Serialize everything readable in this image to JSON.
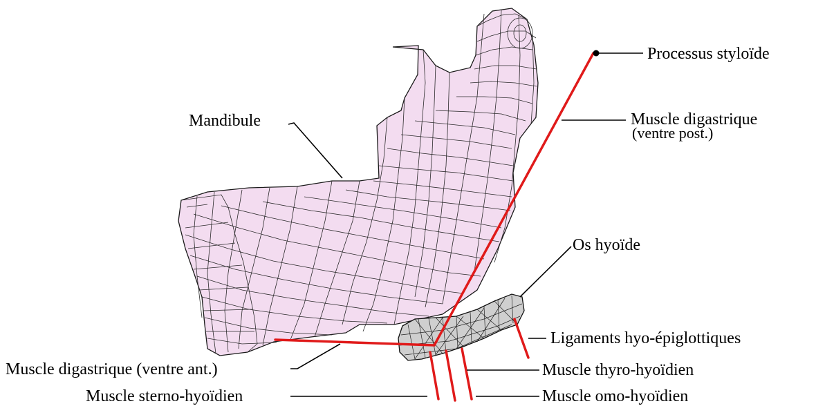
{
  "labels": {
    "processus_styloide": "Processus styloïde",
    "muscle_digastrique_post_line1": "Muscle digastrique",
    "muscle_digastrique_post_line2": "(ventre post.)",
    "mandibule": "Mandibule",
    "os_hyoide": "Os hyoïde",
    "ligaments_hyo_epiglottiques": "Ligaments hyo-épiglottiques",
    "muscle_digastrique_ant": "Muscle digastrique (ventre ant.)",
    "muscle_thyro_hyoidien": "Muscle thyro-hyoïdien",
    "muscle_sterno_hyoidien": "Muscle sterno-hyoïdien",
    "muscle_omo_hyoidien": "Muscle omo-hyoïdien"
  },
  "colors": {
    "muscle": "#e01a1a",
    "mandible_fill": "#f3dcf0",
    "mesh_line": "#2a2a2a",
    "leader_line": "#000000"
  }
}
